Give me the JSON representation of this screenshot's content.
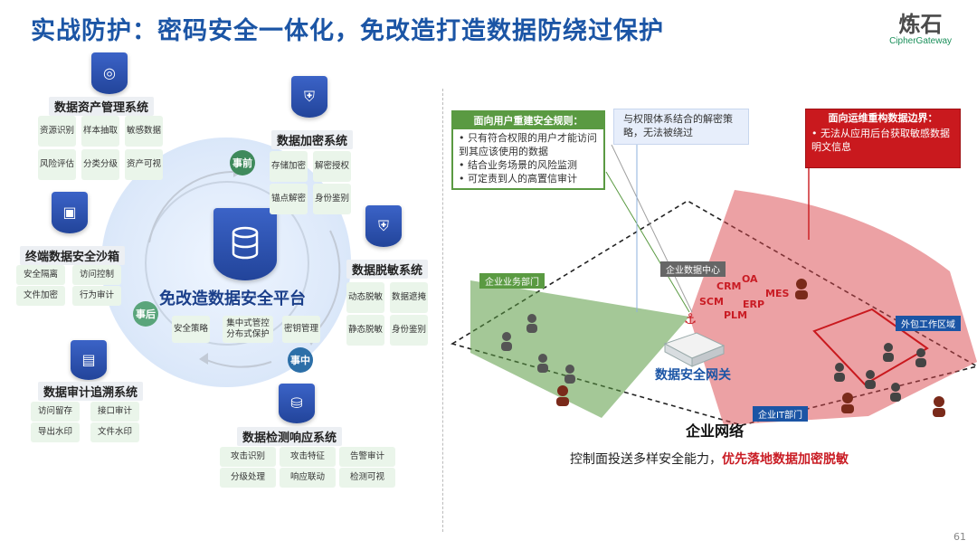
{
  "slide": {
    "title": "实战防护：密码安全一体化，免改造打造数据防绕过保护",
    "page_number": "61",
    "logo": {
      "cn": "炼石",
      "en": "CipherGateway",
      "color": "#1a8f5a"
    }
  },
  "left": {
    "platform": "免改造数据安全平台",
    "phases": {
      "before": "事前",
      "during": "事中",
      "after": "事后"
    },
    "systems": {
      "asset": {
        "title": "数据资产管理系统",
        "items": [
          "资源识别",
          "样本抽取",
          "敏感数据",
          "风险评估",
          "分类分级",
          "资产可视"
        ]
      },
      "encrypt": {
        "title": "数据加密系统",
        "items": [
          "存储加密",
          "解密授权",
          "锚点解密",
          "身份鉴别"
        ]
      },
      "mask": {
        "title": "数据脱敏系统",
        "items": [
          "动态脱敏",
          "数据遮掩",
          "静态脱敏",
          "身份鉴别"
        ]
      },
      "terminal": {
        "title": "终端数据安全沙箱",
        "items": [
          "安全隔离",
          "访问控制",
          "文件加密",
          "行为审计"
        ]
      },
      "audit": {
        "title": "数据审计追溯系统",
        "items": [
          "访问留存",
          "接口审计",
          "导出水印",
          "文件水印"
        ]
      },
      "detect": {
        "title": "数据检测响应系统",
        "items": [
          "攻击识别",
          "攻击特征",
          "告警审计",
          "分级处理",
          "响应联动",
          "检测可视"
        ]
      },
      "center": {
        "items": [
          "安全策略",
          "集中式管控分布式保护",
          "密钥管理"
        ]
      }
    },
    "colors": {
      "shield": "#2a4fae",
      "cell": "#eaf5ea",
      "phase_before": "#3f8a5c",
      "phase_during": "#2c6fa8",
      "phase_after": "#5aa57b"
    }
  },
  "right": {
    "green_box": {
      "title": "面向用户重建安全规则：",
      "bullets": [
        "只有符合权限的用户才能访问到其应该使用的数据",
        "结合业务场景的风险监测",
        "可定责到人的高置信审计"
      ]
    },
    "blue_box": {
      "text": "与权限体系结合的解密策略，无法被绕过"
    },
    "red_box": {
      "title": "面向运维重构数据边界：",
      "bullets": [
        "无法从应用后台获取敏感数据明文信息"
      ]
    },
    "tags": {
      "business": "企业业务部门",
      "datacenter": "企业数据中心",
      "outsource": "外包工作区域",
      "it": "企业IT部门"
    },
    "apps": [
      "OA",
      "CRM",
      "MES",
      "SCM",
      "ERP",
      "PLM"
    ],
    "gateway": "数据安全网关",
    "network": "企业网络",
    "caption_plain": "控制面投送多样安全能力，",
    "caption_highlight": "优先落地数据加密脱敏",
    "colors": {
      "green": "#5a9a42",
      "red": "#c9191e",
      "blue": "#1b55a5"
    }
  }
}
